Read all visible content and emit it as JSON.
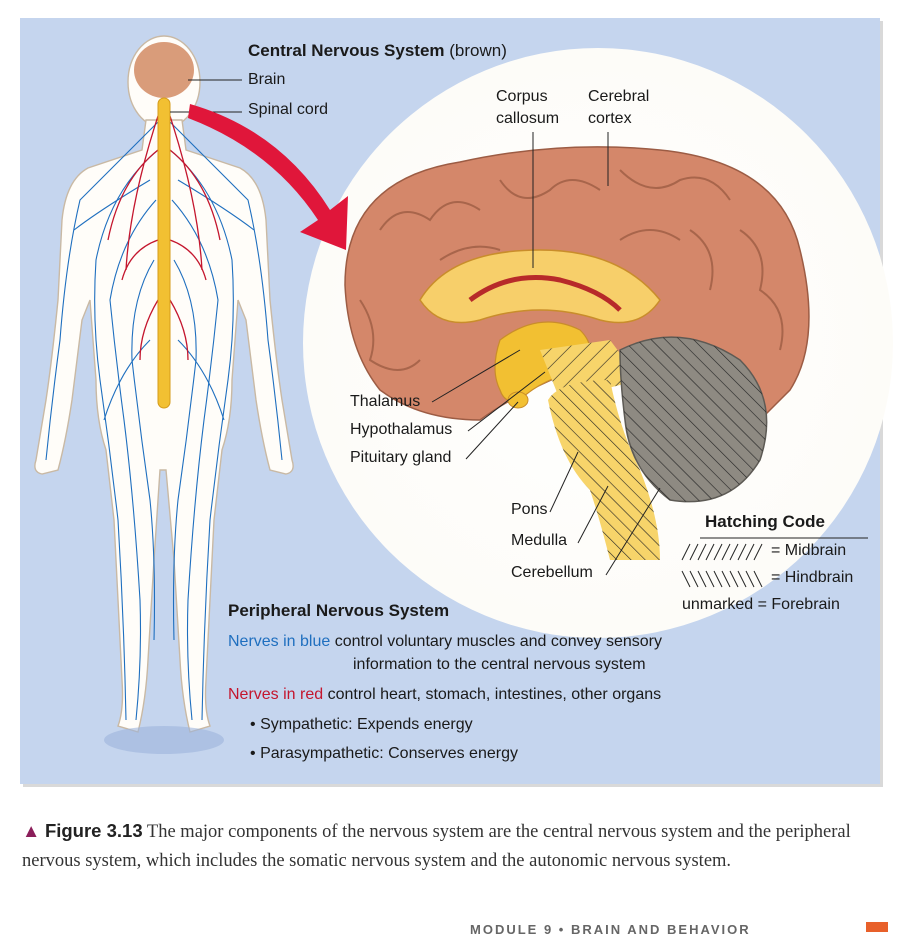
{
  "colors": {
    "panel": "#c5d5ee",
    "brain": "#d4876a",
    "nerve_blue": "#1f6fbf",
    "nerve_red": "#c4162e",
    "spinal": "#f2c032",
    "arrow": "#e0163a"
  },
  "cns": {
    "title": "Central Nervous System",
    "title_note": "(brown)",
    "brain_label": "Brain",
    "spinal_label": "Spinal cord"
  },
  "brain_parts": {
    "corpus_line1": "Corpus",
    "corpus_line2": "callosum",
    "cortex_line1": "Cerebral",
    "cortex_line2": "cortex",
    "thalamus": "Thalamus",
    "hypothalamus": "Hypothalamus",
    "pituitary": "Pituitary gland",
    "pons": "Pons",
    "medulla": "Medulla",
    "cerebellum": "Cerebellum"
  },
  "hatching": {
    "title": "Hatching Code",
    "midbrain": "= Midbrain",
    "hindbrain": "= Hindbrain",
    "unmarked": "unmarked",
    "forebrain": "= Forebrain"
  },
  "pns": {
    "title": "Peripheral Nervous System",
    "blue_lead": "Nerves in blue",
    "blue_text_1": "control voluntary muscles and convey sensory",
    "blue_text_2": "information to the central nervous system",
    "red_lead": "Nerves in red",
    "red_text": "control heart, stomach, intestines, other organs",
    "bullet_1": "Sympathetic: Expends energy",
    "bullet_2": "Parasympathetic: Conserves energy"
  },
  "caption": {
    "marker": "▲",
    "figure_label": "Figure 3.13",
    "text": "The major components of the nervous system are the central nervous system and the peripheral nervous system, which includes the somatic nervous system and the autonomic nervous system."
  },
  "footer": {
    "running_head": "MODULE 9   •   BRAIN AND BEHAVIOR"
  }
}
